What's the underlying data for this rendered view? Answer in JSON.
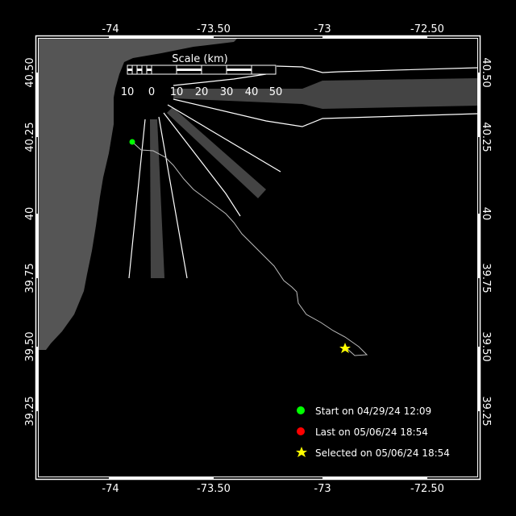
{
  "map": {
    "lon_ticks": [
      "-74",
      "-73.50",
      "-73",
      "-72.50"
    ],
    "lat_ticks": [
      "40.50",
      "40.25",
      "40",
      "39.75",
      "39.50",
      "39.25"
    ],
    "scale": {
      "title": "Scale (km)",
      "labels": [
        "10",
        "0",
        "10",
        "20",
        "30",
        "40",
        "50"
      ]
    },
    "colors": {
      "land": "#555555",
      "radar_fill": "#444444",
      "track": "#bbbbbb",
      "start": "#00ff00",
      "last": "#ff0000",
      "selected": "#ffff00"
    }
  },
  "legend": {
    "start": "Start on 04/29/24 12:09",
    "last": "Last on 05/06/24 18:54",
    "selected": "Selected on 05/06/24 18:54"
  }
}
